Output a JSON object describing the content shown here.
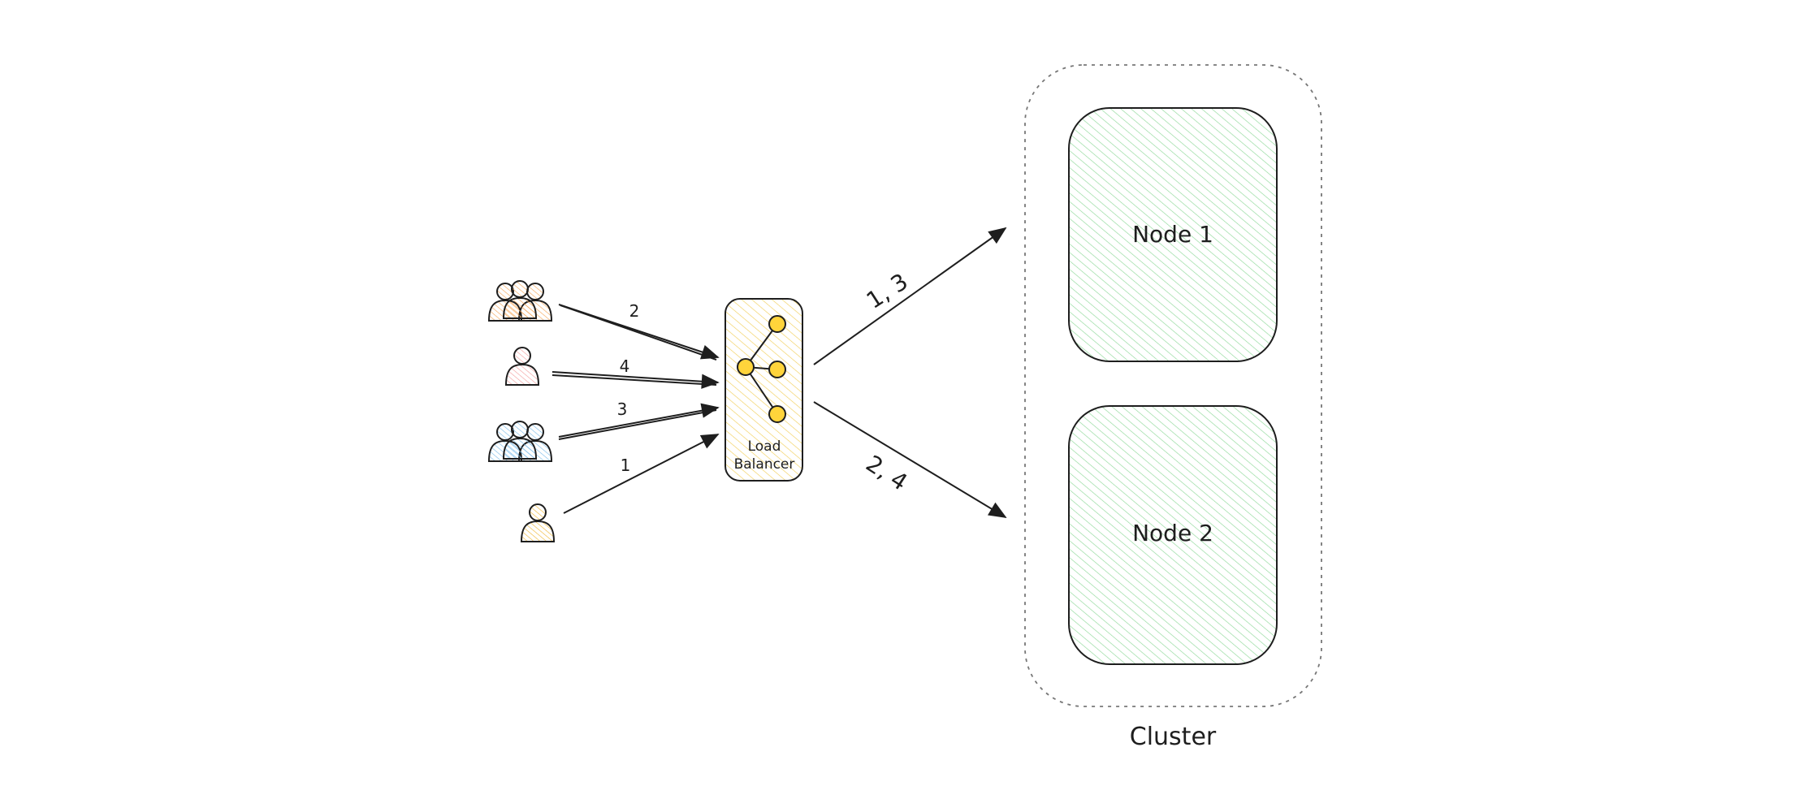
{
  "colors": {
    "stroke": "#1e1e1e",
    "node_fill": "#b2f2bb",
    "load_balancer_fill": "#ffec99",
    "group_orange": "#ffc078",
    "user_red": "#ffc9c9",
    "group_blue": "#a5d8ff",
    "user_yellow": "#ffd43b"
  },
  "clients": [
    {
      "icon": "user-group-icon",
      "request_label": "2"
    },
    {
      "icon": "user-icon",
      "request_label": "4"
    },
    {
      "icon": "user-group-icon",
      "request_label": "3"
    },
    {
      "icon": "user-icon",
      "request_label": "1"
    }
  ],
  "load_balancer": {
    "icon": "network-tree-icon",
    "label_line1": "Load",
    "label_line2": "Balancer"
  },
  "routes": [
    {
      "target": "Node 1",
      "label": "1, 3"
    },
    {
      "target": "Node 2",
      "label": "2, 4"
    }
  ],
  "cluster": {
    "label": "Cluster",
    "nodes": [
      {
        "label": "Node 1"
      },
      {
        "label": "Node 2"
      }
    ]
  }
}
